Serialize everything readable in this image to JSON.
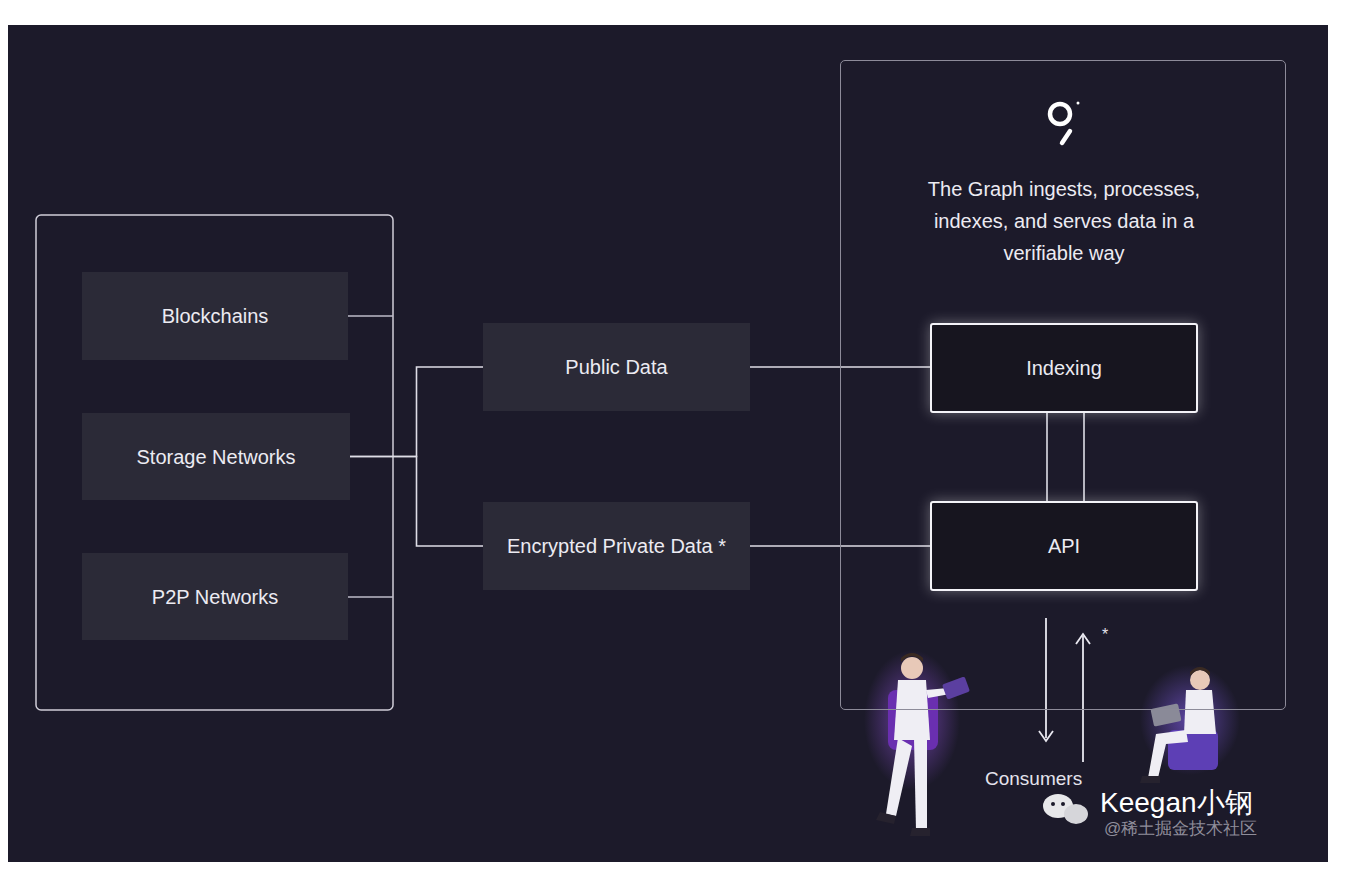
{
  "diagram": {
    "nodes": [
      {
        "text": [
          "Blockchains"
        ]
      },
      {
        "text": [
          "Storage Networks"
        ]
      },
      {
        "text": [
          "P2P Networks"
        ]
      },
      {
        "text": [
          "Public Data"
        ]
      },
      {
        "text": [
          "Encrypted Private Data *"
        ]
      },
      {
        "text": [
          "The Graph ingests, processes, indexes, and serves data in a verifiable way"
        ]
      },
      {
        "text": [
          "Indexing"
        ],
        "in": 5
      },
      {
        "text": [
          "API"
        ],
        "in": 5
      }
    ],
    "edges": [
      {
        "from": 1,
        "to": 3,
        "arrow": "none"
      },
      {
        "from": 1,
        "to": 4,
        "arrow": "none"
      },
      {
        "from": 3,
        "to": 6,
        "arrow": "none"
      },
      {
        "from": 4,
        "to": 7,
        "arrow": "none"
      },
      {
        "from": 6,
        "to": 7,
        "arrow": "none"
      },
      {
        "from": 6,
        "to": 7,
        "arrow": "none"
      }
    ],
    "labels": [
      "Consumers",
      "*",
      "Keegan小钢",
      "@稀土掘金技术社区"
    ]
  }
}
